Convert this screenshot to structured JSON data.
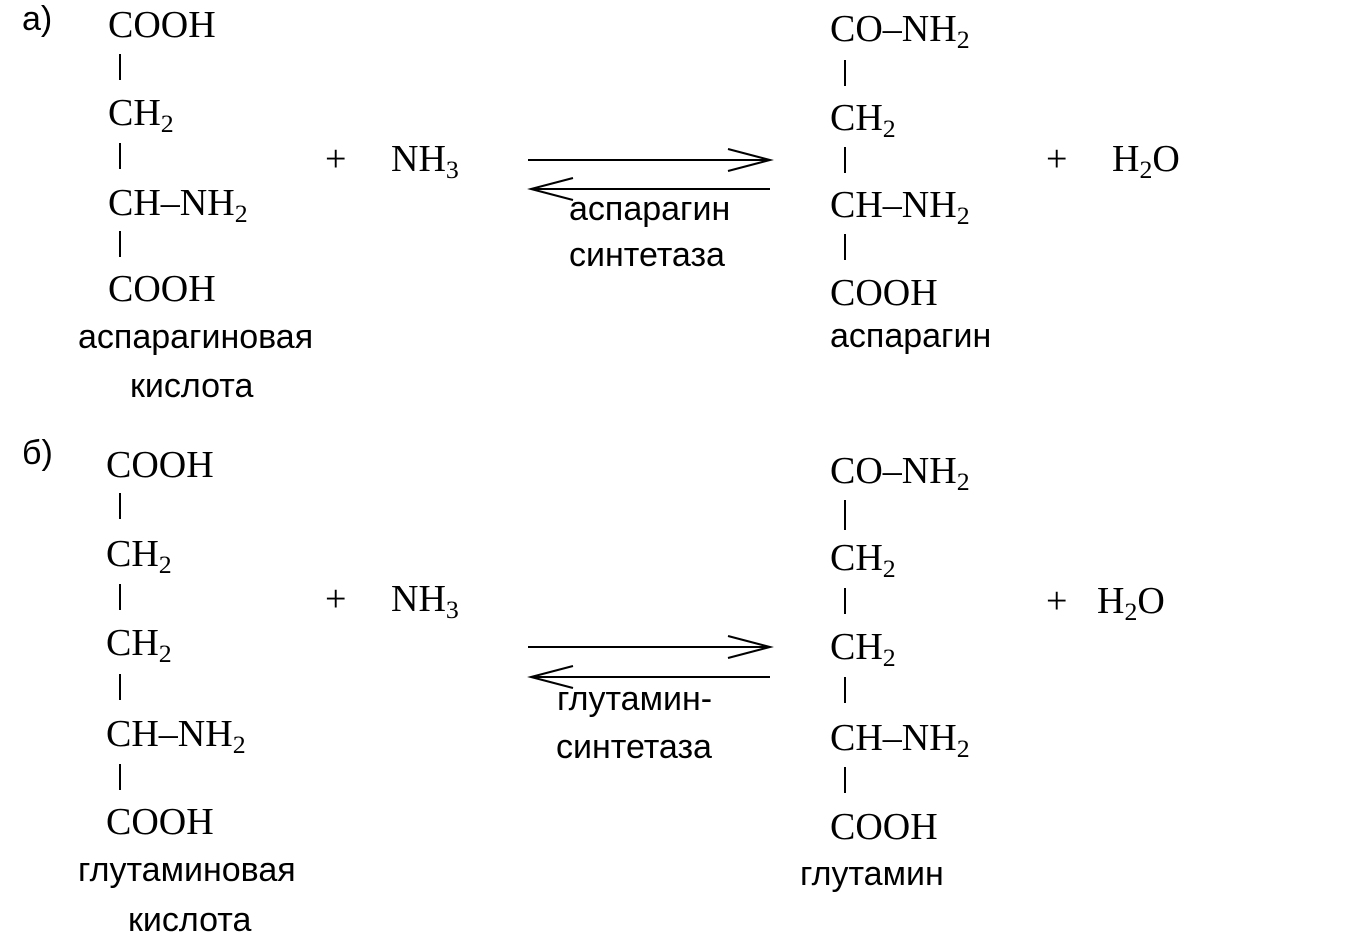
{
  "reaction_a": {
    "label": "а)",
    "reactant": {
      "groups": [
        {
          "main": "COOH",
          "sub": "",
          "tail": ""
        },
        {
          "main": "CH",
          "sub": "2",
          "tail": ""
        },
        {
          "main": "CH–NH",
          "sub": "2",
          "tail": ""
        },
        {
          "main": "COOH",
          "sub": "",
          "tail": ""
        }
      ],
      "name_line1": "аспарагиновая",
      "name_line2": "кислота"
    },
    "plus1": "+",
    "reagent": {
      "main": "NH",
      "sub": "3",
      "tail": ""
    },
    "enzyme_line1": "аспарагин",
    "enzyme_line2": "синтетаза",
    "product": {
      "groups": [
        {
          "main": "CO–NH",
          "sub": "2",
          "tail": ""
        },
        {
          "main": "CH",
          "sub": "2",
          "tail": ""
        },
        {
          "main": "CH–NH",
          "sub": "2",
          "tail": ""
        },
        {
          "main": "COOH",
          "sub": "",
          "tail": ""
        }
      ],
      "name_line1": "аспарагин"
    },
    "plus2": "+",
    "byproduct": {
      "main": "H",
      "sub": "2",
      "tail": "O"
    }
  },
  "reaction_b": {
    "label": "б)",
    "reactant": {
      "groups": [
        {
          "main": "COOH",
          "sub": "",
          "tail": ""
        },
        {
          "main": "CH",
          "sub": "2",
          "tail": ""
        },
        {
          "main": "CH",
          "sub": "2",
          "tail": ""
        },
        {
          "main": "CH–NH",
          "sub": "2",
          "tail": ""
        },
        {
          "main": "COOH",
          "sub": "",
          "tail": ""
        }
      ],
      "name_line1": "глутаминовая",
      "name_line2": "кислота"
    },
    "plus1": "+",
    "reagent": {
      "main": "NH",
      "sub": "3",
      "tail": ""
    },
    "enzyme_line1": "глутамин-",
    "enzyme_line2": "синтетаза",
    "product": {
      "groups": [
        {
          "main": "CO–NH",
          "sub": "2",
          "tail": ""
        },
        {
          "main": "CH",
          "sub": "2",
          "tail": ""
        },
        {
          "main": "CH",
          "sub": "2",
          "tail": ""
        },
        {
          "main": "CH–NH",
          "sub": "2",
          "tail": ""
        },
        {
          "main": "COOH",
          "sub": "",
          "tail": ""
        }
      ],
      "name_line1": "глутамин"
    },
    "plus2": "+",
    "byproduct": {
      "main": "H",
      "sub": "2",
      "tail": "O"
    }
  }
}
